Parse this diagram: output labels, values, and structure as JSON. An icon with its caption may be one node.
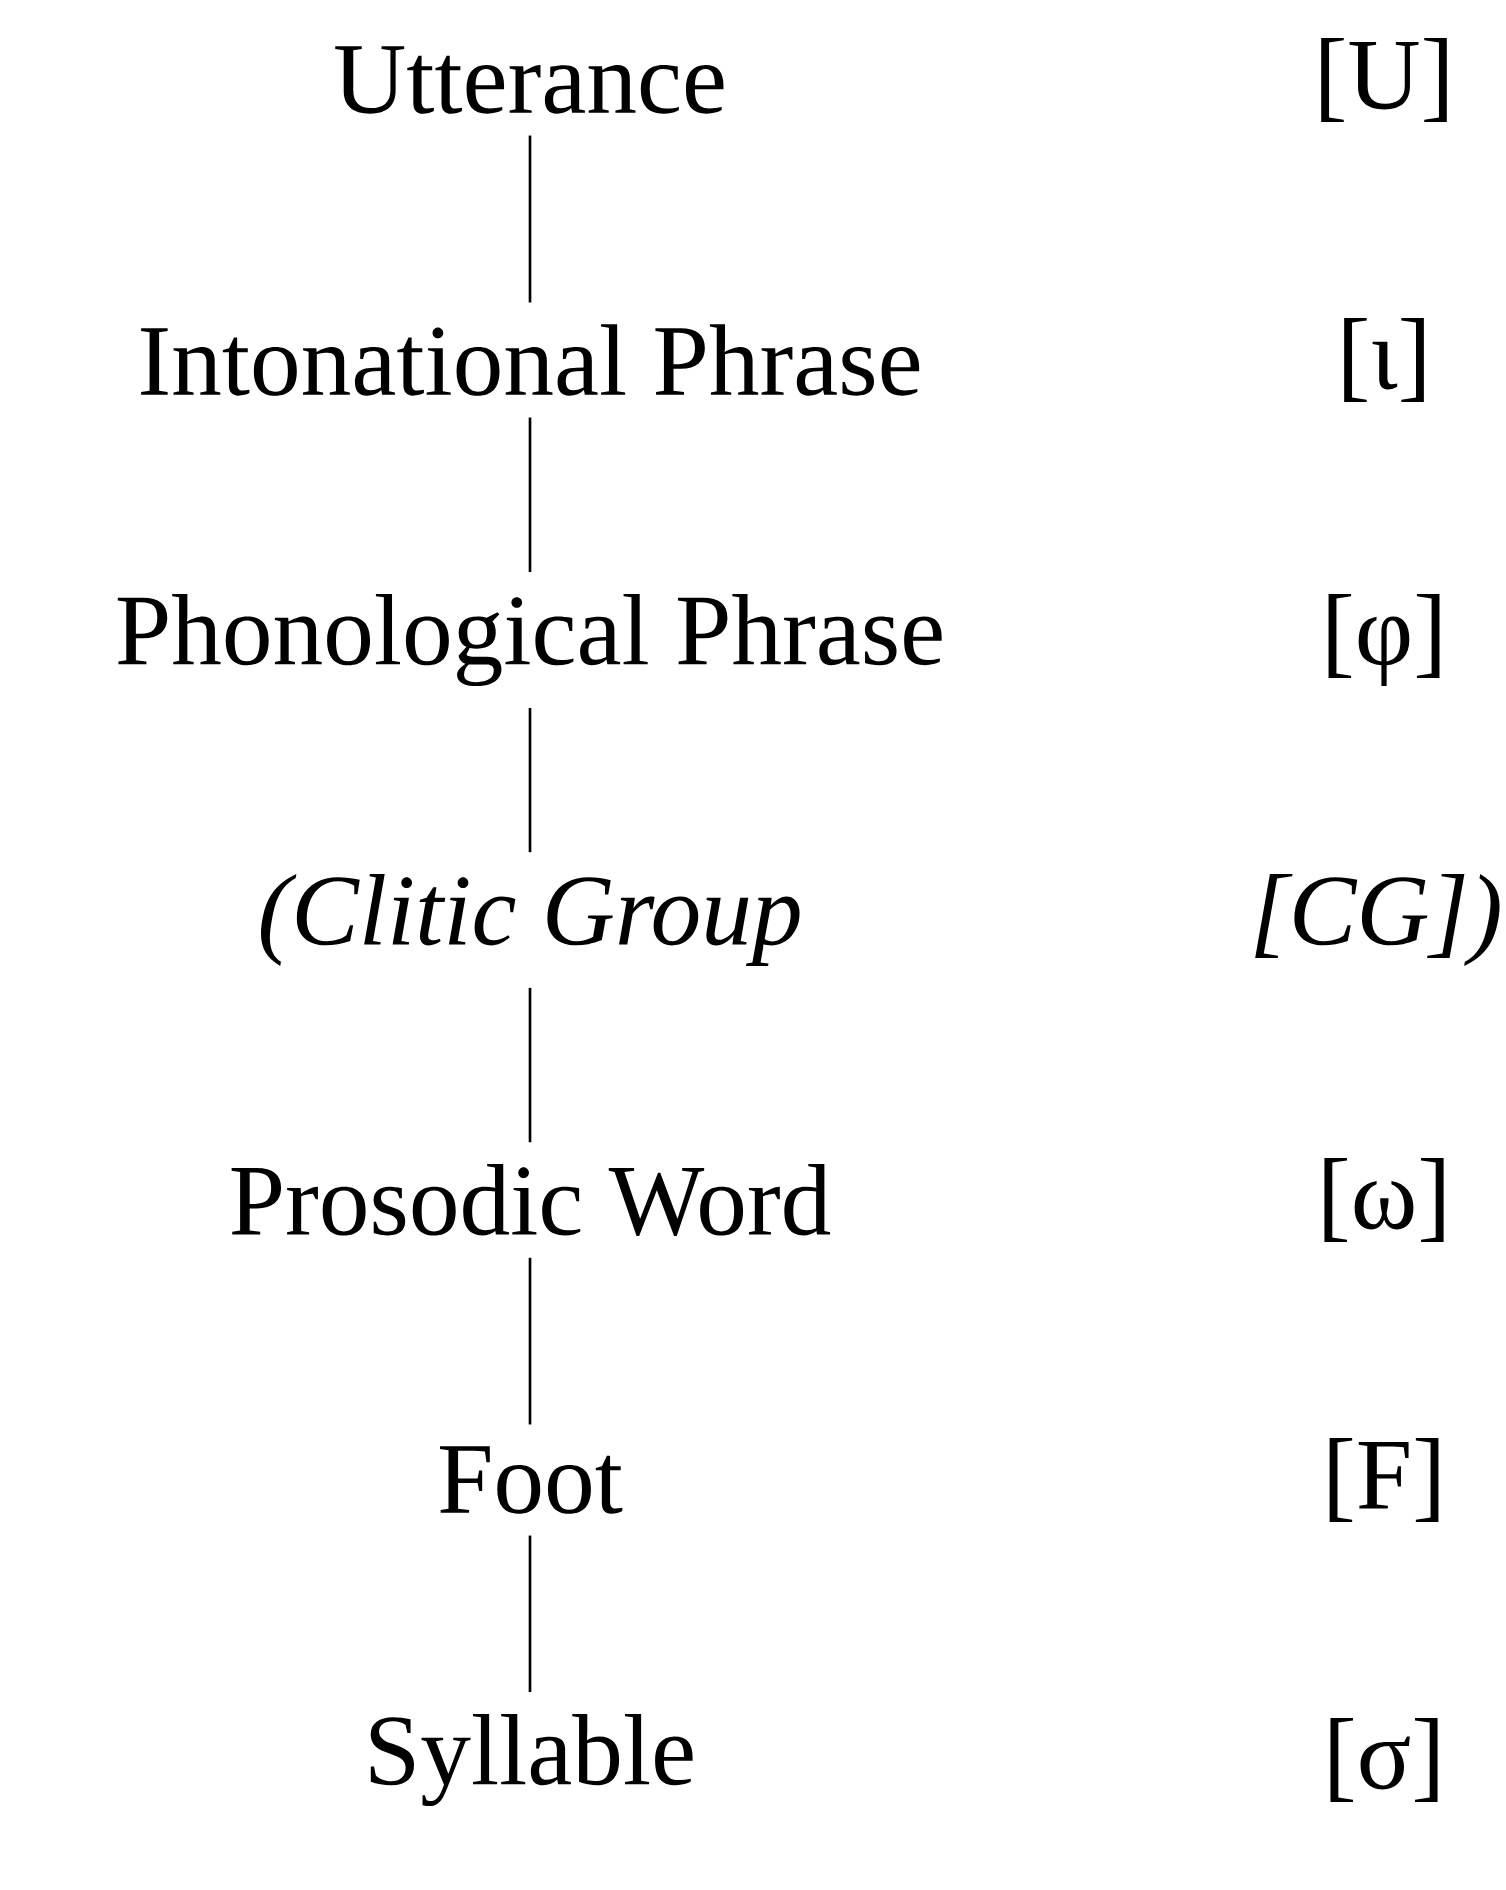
{
  "diagram": {
    "nodes": [
      {
        "text": [
          "Utterance"
        ],
        "beside": [
          "[U]"
        ]
      },
      {
        "text": [
          "Intonational Phrase"
        ],
        "beside": [
          "[ι]"
        ]
      },
      {
        "text": [
          "Phonological Phrase"
        ],
        "beside": [
          "[φ]"
        ]
      },
      {
        "text": [
          "(Clitic Group"
        ],
        "beside": [
          "[CG])"
        ]
      },
      {
        "text": [
          "Prosodic Word"
        ],
        "beside": [
          "[ω]"
        ]
      },
      {
        "text": [
          "Foot"
        ],
        "beside": [
          "[F]"
        ]
      },
      {
        "text": [
          "Syllable"
        ],
        "beside": [
          "[σ]"
        ]
      }
    ],
    "edges": [
      {
        "from": 0,
        "to": 1,
        "arrow": "none"
      },
      {
        "from": 1,
        "to": 2,
        "arrow": "none"
      },
      {
        "from": 2,
        "to": 3,
        "arrow": "none"
      },
      {
        "from": 3,
        "to": 4,
        "arrow": "none"
      },
      {
        "from": 4,
        "to": 5,
        "arrow": "none"
      },
      {
        "from": 5,
        "to": 6,
        "arrow": "none"
      }
    ]
  }
}
